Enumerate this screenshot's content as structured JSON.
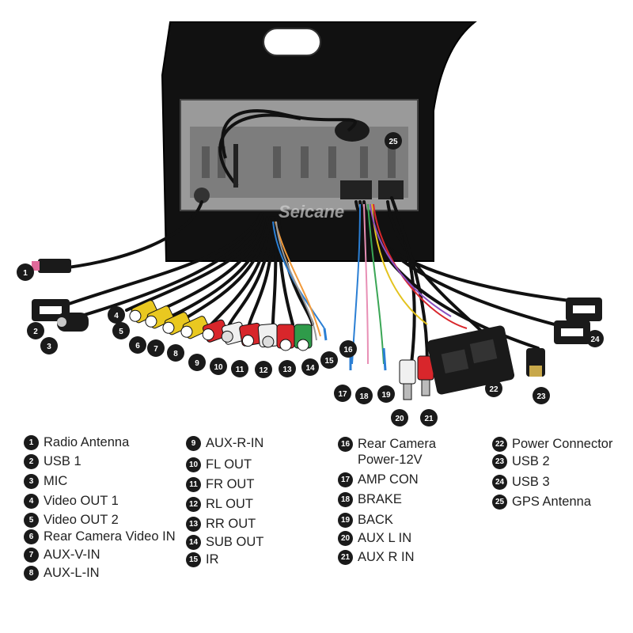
{
  "watermark": "Seicane",
  "colors": {
    "badge": "#1a1a1a",
    "device": "#111111",
    "rca_yellow": "#e9c820",
    "rca_red": "#d8262b",
    "rca_white": "#f0f0f0",
    "rca_green": "#2f9b4a"
  },
  "callouts": [
    "1",
    "2",
    "3",
    "4",
    "5",
    "6",
    "7",
    "8",
    "9",
    "10",
    "11",
    "12",
    "13",
    "14",
    "15",
    "16",
    "17",
    "18",
    "19",
    "20",
    "21",
    "22",
    "23",
    "24",
    "25"
  ],
  "legend": [
    {
      "num": "1",
      "label": "Radio Antenna"
    },
    {
      "num": "2",
      "label": "USB 1"
    },
    {
      "num": "3",
      "label": "MIC"
    },
    {
      "num": "4",
      "label": "Video OUT 1"
    },
    {
      "num": "5",
      "label": "Video OUT 2"
    },
    {
      "num": "6",
      "label": "Rear Camera Video IN"
    },
    {
      "num": "7",
      "label": "AUX-V-IN"
    },
    {
      "num": "8",
      "label": "AUX-L-IN"
    },
    {
      "num": "9",
      "label": "AUX-R-IN"
    },
    {
      "num": "10",
      "label": "FL OUT"
    },
    {
      "num": "11",
      "label": "FR OUT"
    },
    {
      "num": "12",
      "label": "RL OUT"
    },
    {
      "num": "13",
      "label": "RR OUT"
    },
    {
      "num": "14",
      "label": "SUB OUT"
    },
    {
      "num": "15",
      "label": "IR"
    },
    {
      "num": "16",
      "label": "Rear Camera\nPower-12V"
    },
    {
      "num": "17",
      "label": "AMP CON"
    },
    {
      "num": "18",
      "label": "BRAKE"
    },
    {
      "num": "19",
      "label": "BACK"
    },
    {
      "num": "20",
      "label": "AUX L IN"
    },
    {
      "num": "21",
      "label": "AUX R IN"
    },
    {
      "num": "22",
      "label": "Power Connector"
    },
    {
      "num": "23",
      "label": "USB 2"
    },
    {
      "num": "24",
      "label": "USB 3"
    },
    {
      "num": "25",
      "label": "GPS Antenna"
    }
  ]
}
